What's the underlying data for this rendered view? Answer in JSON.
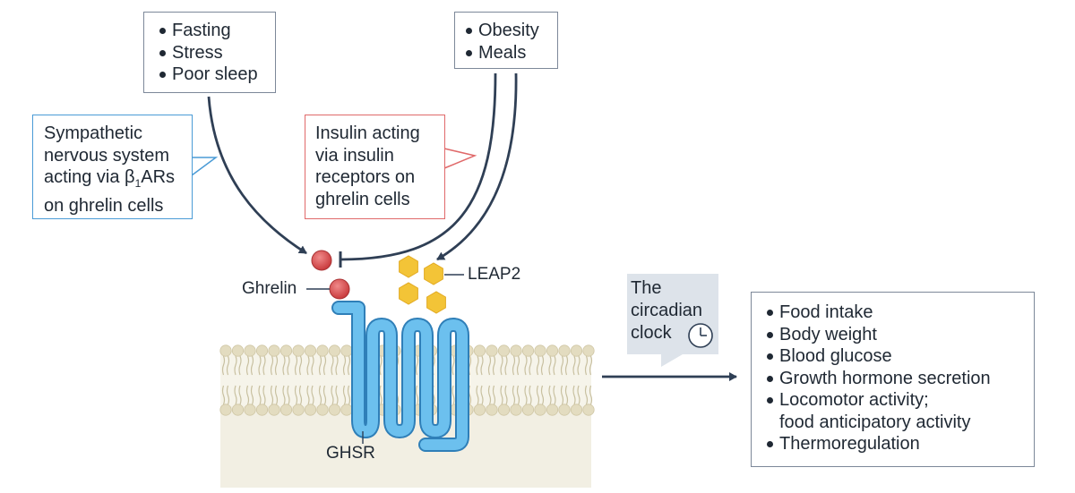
{
  "top_left_box": {
    "items": [
      "Fasting",
      "Stress",
      "Poor sleep"
    ]
  },
  "top_right_box": {
    "items": [
      "Obesity",
      "Meals"
    ]
  },
  "sympathetic_callout": {
    "lines": [
      "Sympathetic",
      "nervous system",
      "acting via β",
      "1",
      "ARs",
      "on ghrelin cells"
    ]
  },
  "insulin_callout": {
    "lines": [
      "Insulin acting",
      "via insulin",
      "receptors on",
      "ghrelin cells"
    ]
  },
  "labels": {
    "ghrelin": "Ghrelin",
    "leap2": "LEAP2",
    "ghsr": "GHSR"
  },
  "circadian": {
    "lines": [
      "The",
      "circadian",
      "clock"
    ]
  },
  "outcomes_box": {
    "items": [
      "Food intake",
      "Body weight",
      "Blood glucose",
      "Growth hormone secretion",
      "Locomotor activity;",
      "food anticipatory activity",
      "Thermoregulation"
    ]
  },
  "colors": {
    "arrow": "#2f3f55",
    "membrane_head": "#e3dcc0",
    "cytoplasm": "#f2efe3",
    "receptor": "#5db4e6",
    "ghrelin": "#d94a4b",
    "leap2": "#f3c437",
    "callout_bg": "#dde3ea"
  }
}
